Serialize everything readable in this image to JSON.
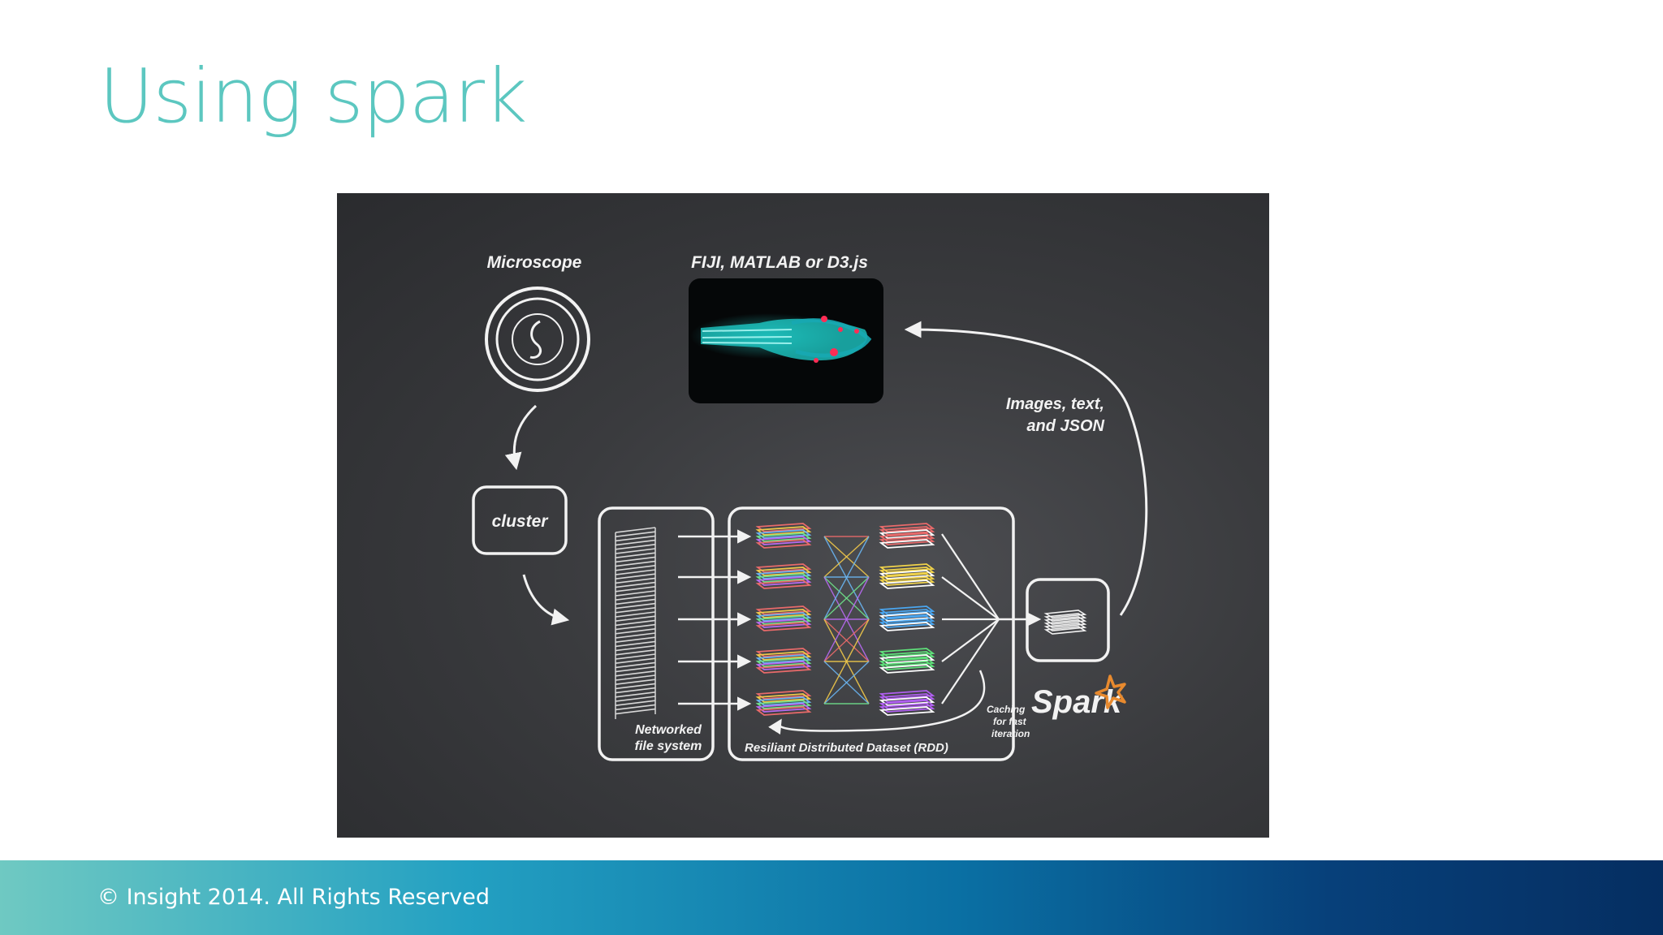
{
  "slide": {
    "title": "Using spark",
    "footer": "© Insight 2014. All Rights Reserved"
  },
  "diagram": {
    "microscope_label": "Microscope",
    "viewer_label": "FIJI, MATLAB or D3.js",
    "cluster_label": "cluster",
    "nfs_label_line1": "Networked",
    "nfs_label_line2": "file system",
    "rdd_label": "Resiliant Distributed Dataset (RDD)",
    "caching_line1": "Caching",
    "caching_line2": "for fast",
    "caching_line3": "iteration",
    "output_line1": "Images, text,",
    "output_line2": "and JSON",
    "logo_text": "Spark",
    "colors": {
      "title": "#5cc7c0",
      "background": "#3a3b3e",
      "line": "#f2f2f2",
      "spark_star": "#e88a2e"
    }
  }
}
